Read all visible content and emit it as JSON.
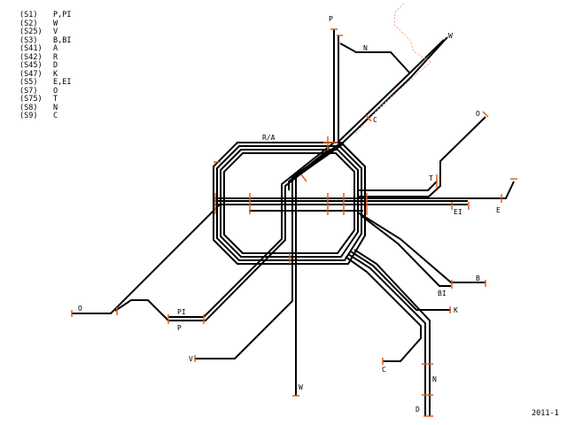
{
  "legend": [
    {
      "code": "(S1)",
      "terminals": "P,PI"
    },
    {
      "code": "(S2)",
      "terminals": "W"
    },
    {
      "code": "(S25)",
      "terminals": "V"
    },
    {
      "code": "(S3)",
      "terminals": "B,BI"
    },
    {
      "code": "(S41)",
      "terminals": "A"
    },
    {
      "code": "(S42)",
      "terminals": "R"
    },
    {
      "code": "(S45)",
      "terminals": "D"
    },
    {
      "code": "(S47)",
      "terminals": "K"
    },
    {
      "code": "(S5)",
      "terminals": "E,EI"
    },
    {
      "code": "(S7)",
      "terminals": "O"
    },
    {
      "code": "(S75)",
      "terminals": "T"
    },
    {
      "code": "(S8)",
      "terminals": "N"
    },
    {
      "code": "(S9)",
      "terminals": "C"
    }
  ],
  "labels": {
    "p_north": "P",
    "w_northeast": "W",
    "n_north": "N",
    "c_north": "C",
    "ring": "R/A",
    "o_east": "O",
    "t_east": "T",
    "e_east": "E",
    "ei_east": "EI",
    "b_southeast": "B",
    "bi_southeast": "BI",
    "k_southeast": "K",
    "c_south": "C",
    "n_south": "N",
    "d_south": "D",
    "w_south": "W",
    "v_southwest": "V",
    "pi_west": "PI",
    "p_west": "P",
    "o_west": "O"
  },
  "version": "2011-1",
  "colors": {
    "track": "#000000",
    "station_tick": "#e06020",
    "construction": "#f0a080",
    "background": "#ffffff"
  }
}
